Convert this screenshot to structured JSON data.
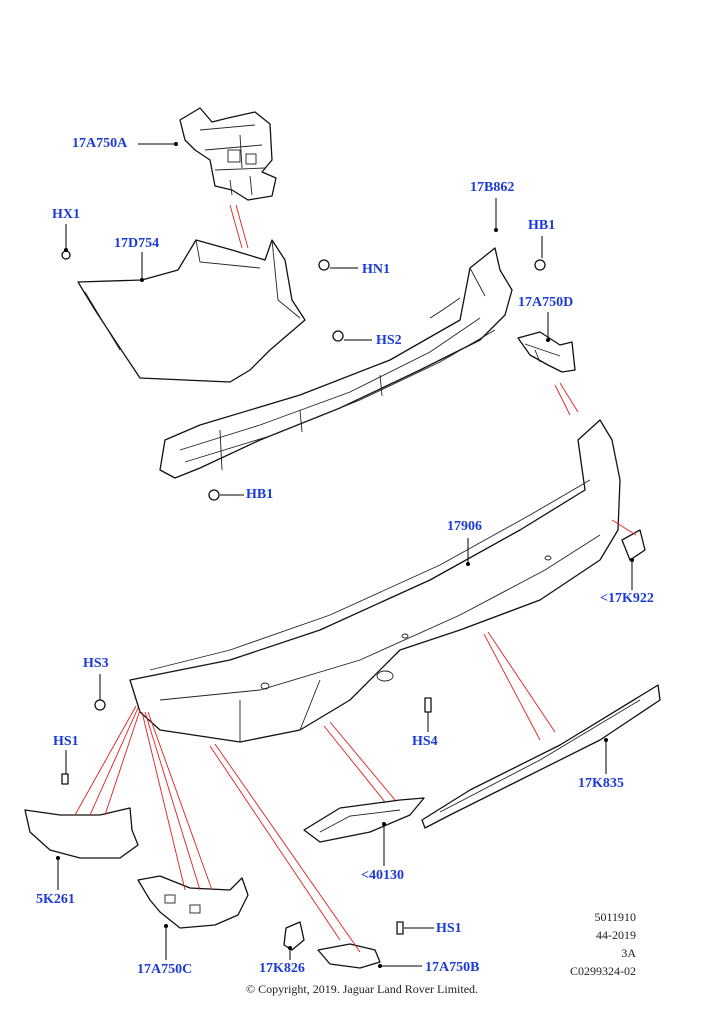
{
  "callouts": {
    "c17A750A": "17A750A",
    "cHX1": "HX1",
    "c17D754": "17D754",
    "cHN1": "HN1",
    "c17B862": "17B862",
    "cHB1_top": "HB1",
    "c17A750D": "17A750D",
    "cHS2": "HS2",
    "cHB1_bottom": "HB1",
    "c17906": "17906",
    "c17K922": "<17K922",
    "cHS3": "HS3",
    "cHS1_left": "HS1",
    "cHS4": "HS4",
    "c17K835": "17K835",
    "c5K261": "5K261",
    "c40130": "<40130",
    "c17A750C": "17A750C",
    "cHS1_right": "HS1",
    "c17K826": "17K826",
    "c17A750B": "17A750B"
  },
  "reference": {
    "line1": "5011910",
    "line2": "44-2019",
    "line3": "3A",
    "line4": "C0299324-02"
  },
  "copyright": "© Copyright, 2019. Jaguar Land Rover Limited.",
  "colors": {
    "callout_text": "#1a3bd6",
    "guide_lines": "#e02020",
    "linework": "#111111"
  }
}
